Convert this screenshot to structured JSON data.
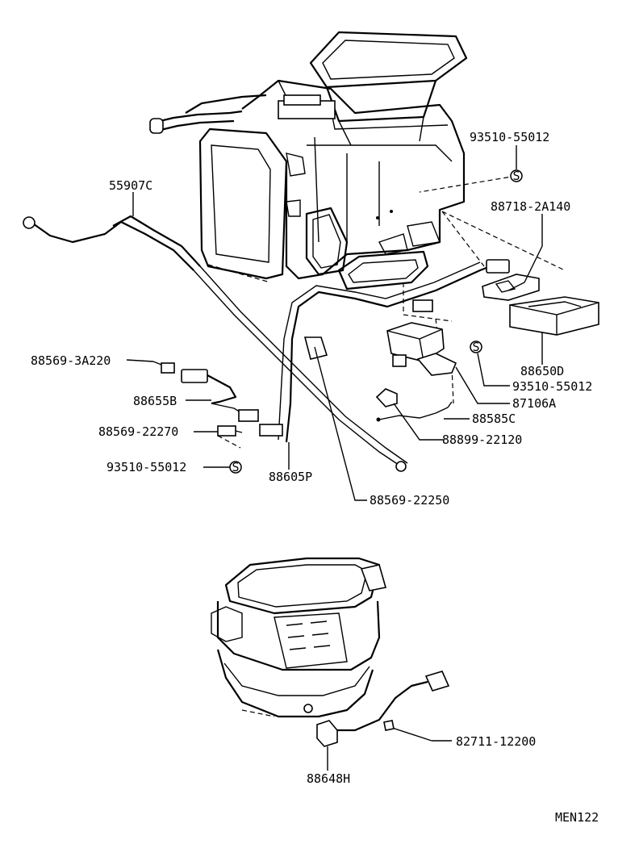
{
  "diagram_code": "MEN122",
  "screw_symbol": "S",
  "parts": [
    {
      "id": "93510-55012"
    },
    {
      "id": "55907C"
    },
    {
      "id": "88718-2A140"
    },
    {
      "id": "88569-3A220"
    },
    {
      "id": "88650D"
    },
    {
      "id": "93510-55012"
    },
    {
      "id": "88655B"
    },
    {
      "id": "87106A"
    },
    {
      "id": "88585C"
    },
    {
      "id": "88569-22270"
    },
    {
      "id": "88899-22120"
    },
    {
      "id": "93510-55012"
    },
    {
      "id": "88605P"
    },
    {
      "id": "88569-22250"
    },
    {
      "id": "82711-12200"
    },
    {
      "id": "88648H"
    }
  ]
}
